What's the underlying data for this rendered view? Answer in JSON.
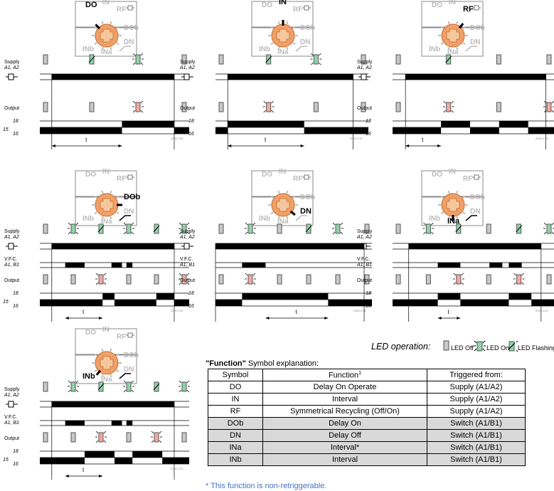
{
  "labels": {
    "supply": "Supply",
    "supply_terminals": "A1, A2",
    "output": "Output",
    "vfc": "V.F.C.",
    "vfc_terminals": "A1, B1",
    "terminal_15": "15",
    "terminal_18": "18",
    "terminal_16": "16",
    "time": "t"
  },
  "dial_labels": [
    "DO",
    "IN",
    "RF",
    "DOb",
    "DN",
    "INa",
    "INb"
  ],
  "diagram_codes": [
    "2CDC.0.13",
    "2CDC.0.13",
    "2CDC.0.13",
    "2CDC.0.13",
    "2CDC.0.13",
    "2CDC.0.13",
    "2CDC.0.13"
  ],
  "panels": [
    {
      "selected": "DO"
    },
    {
      "selected": "IN"
    },
    {
      "selected": "RF"
    },
    {
      "selected": "DOb"
    },
    {
      "selected": "DN"
    },
    {
      "selected": "INa"
    },
    {
      "selected": "INb"
    }
  ],
  "legend": {
    "title": "LED operation:",
    "off": "LED Off",
    "on": "LED On",
    "flashing": "LED Flashing"
  },
  "function_table": {
    "title_bold": "\"Function\"",
    "title_rest": " Symbol explanation:",
    "headers": [
      "Symbol",
      "Function",
      "Triggered from:"
    ],
    "header_sup": "1",
    "rows": [
      {
        "symbol": "DO",
        "function": "Delay On Operate",
        "trigger": "Supply (A1/A2)"
      },
      {
        "symbol": "IN",
        "function": "Interval",
        "trigger": "Supply (A1/A2)"
      },
      {
        "symbol": "RF",
        "function": "Symmetrical Recycling (Off/On)",
        "trigger": "Supply (A1/A2)"
      },
      {
        "symbol": "DOb",
        "function": "Delay On",
        "trigger": "Switch (A1/B1)"
      },
      {
        "symbol": "DN",
        "function": "Delay Off",
        "trigger": "Switch (A1/B1)"
      },
      {
        "symbol": "INa",
        "function": "Interval*",
        "trigger": "Switch (A1/B1)"
      },
      {
        "symbol": "INb",
        "function": "Interval",
        "trigger": "Switch (A1/B1)"
      }
    ],
    "footnote": "* This function is non-retriggerable."
  },
  "colors": {
    "dial": "#f0a068",
    "dial_center": "#f6c79c",
    "led_green": "#8fd3a8",
    "led_red": "#f2a9a0",
    "led_off": "#c8c8c8",
    "shade": "#d9d9d9",
    "footnote": "#4472c4"
  }
}
